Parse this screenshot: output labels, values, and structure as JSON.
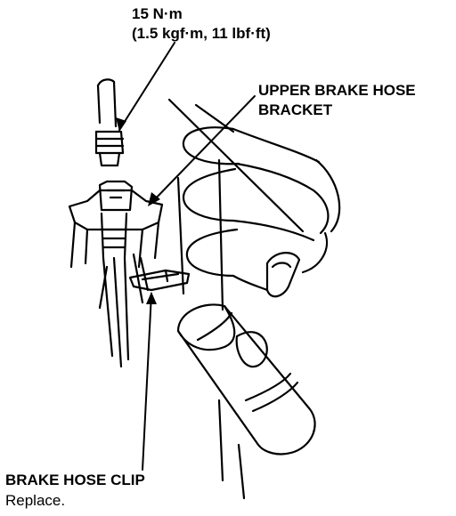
{
  "labels": {
    "torque_value": "15 N·m",
    "torque_alt": "(1.5 kgf·m, 11 lbf·ft)",
    "upper_bracket_line1": "UPPER BRAKE HOSE",
    "upper_bracket_line2": "BRACKET",
    "clip_line1": "BRAKE HOSE CLIP",
    "clip_line2": "Replace."
  },
  "colors": {
    "ink": "#000000",
    "paper": "#ffffff"
  }
}
